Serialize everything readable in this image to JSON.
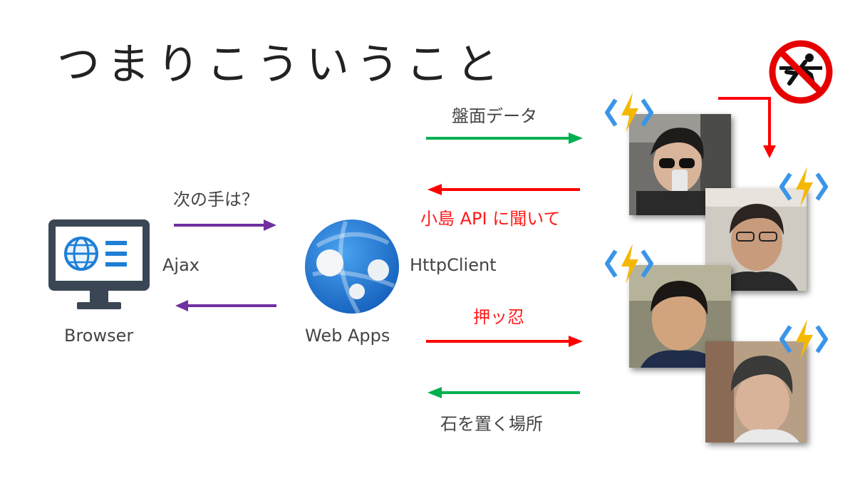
{
  "slide": {
    "title": "つまりこういうこと"
  },
  "nodes": {
    "browser": "Browser",
    "webapps": "Web Apps"
  },
  "edges": {
    "next_move": "次の手は？",
    "ajax": "Ajax",
    "httpclient": "HttpClient",
    "board_data": "盤面データ",
    "ask_kojima": "小島 API に聞いて",
    "osshi": "押ッ忍",
    "stone_place": "石を置く場所"
  },
  "colors": {
    "purple": "#7030a0",
    "green": "#00b050",
    "red": "#ff0000",
    "azure_blue": "#1e6fc7",
    "monitor_dark": "#3a4654"
  },
  "icons": [
    "monitor-browser-icon",
    "web-apps-icon",
    "azure-functions-icon",
    "no-climbing-sign-icon"
  ]
}
